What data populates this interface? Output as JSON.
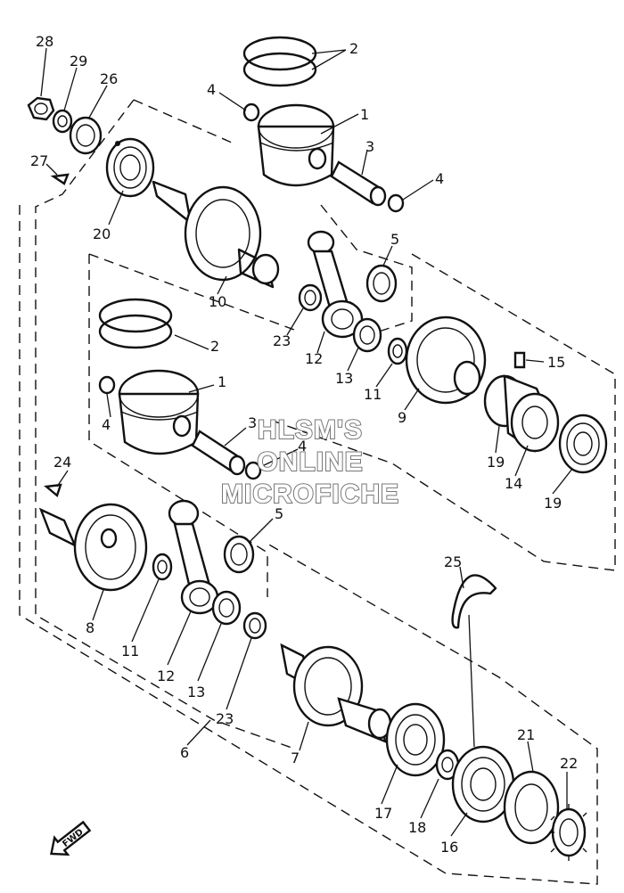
{
  "diagram": {
    "labels": {
      "p1a": "1",
      "p1b": "1",
      "p2a": "2",
      "p2b": "2",
      "p3a": "3",
      "p3b": "3",
      "p4a": "4",
      "p4b": "4",
      "p4c": "4",
      "p4d": "4",
      "p5a": "5",
      "p5b": "5",
      "p6": "6",
      "p7": "7",
      "p8": "8",
      "p9": "9",
      "p10": "10",
      "p11a": "11",
      "p11b": "11",
      "p12a": "12",
      "p12b": "12",
      "p13a": "13",
      "p13b": "13",
      "p14": "14",
      "p15": "15",
      "p16": "16",
      "p17": "17",
      "p18": "18",
      "p19a": "19",
      "p19b": "19",
      "p20": "20",
      "p21": "21",
      "p22": "22",
      "p23a": "23",
      "p23b": "23",
      "p24": "24",
      "p25": "25",
      "p26": "26",
      "p27": "27",
      "p28": "28",
      "p29": "29"
    },
    "watermark": [
      "HLSM'S",
      "ONLINE",
      "MICROFICHE"
    ],
    "fwd_arrow": "FWD"
  }
}
